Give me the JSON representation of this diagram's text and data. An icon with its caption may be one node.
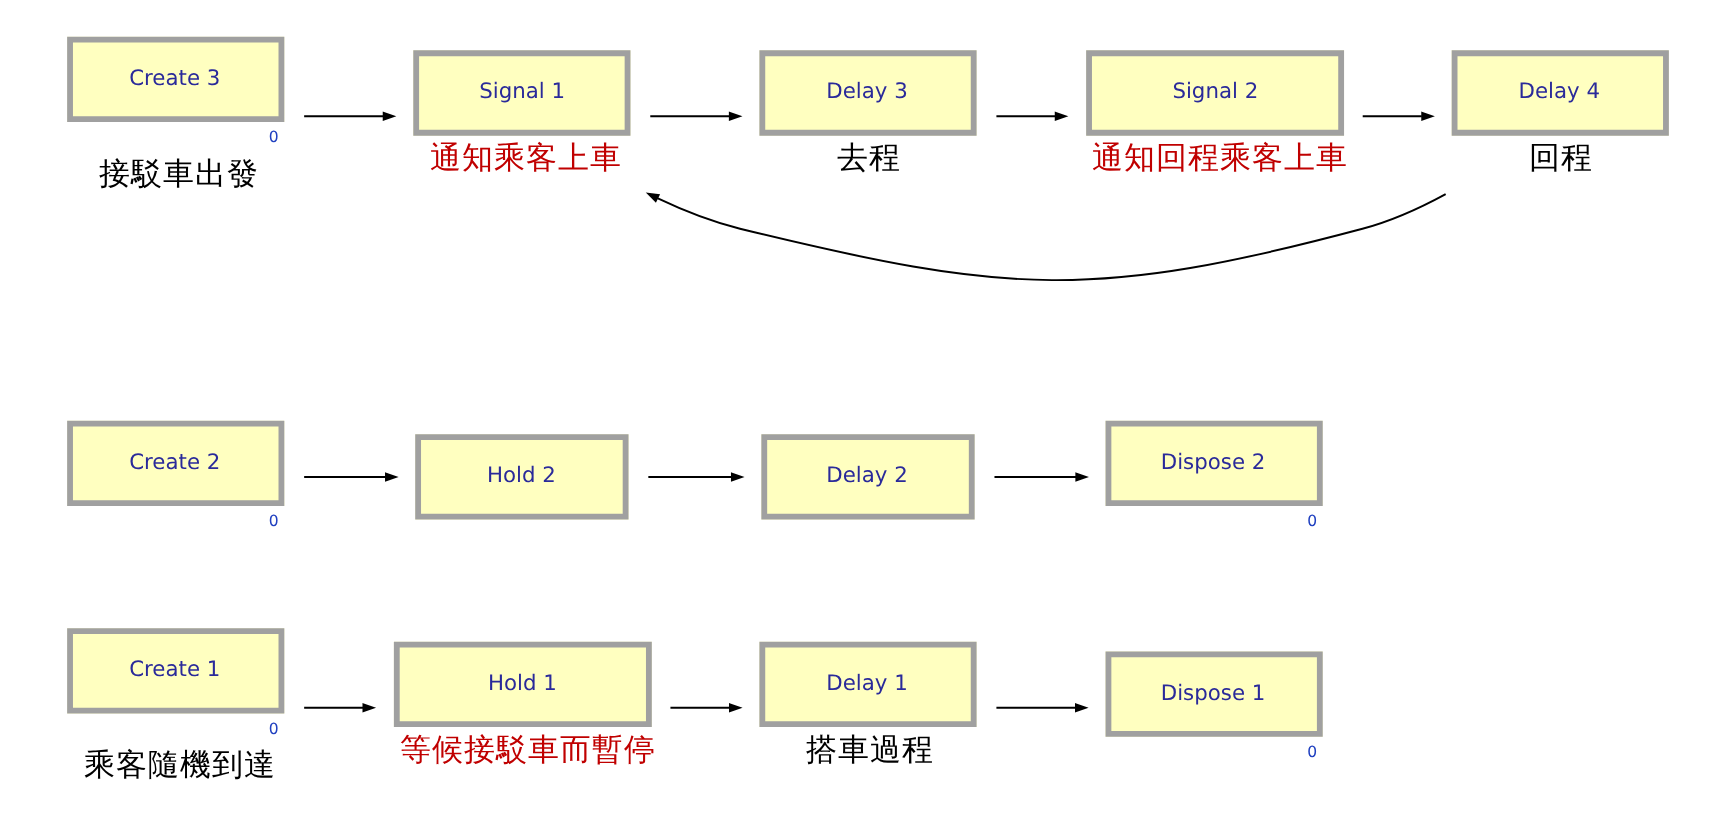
{
  "diagram": {
    "nodes": [
      {
        "text": [
          "Create 1"
        ],
        "beside": [
          "0",
          "乘客隨機到達"
        ]
      },
      {
        "text": [
          "Hold 1"
        ],
        "beside": [
          "等候接駁車而暫停"
        ]
      },
      {
        "text": [
          "Delay 1"
        ],
        "beside": [
          "搭車過程"
        ]
      },
      {
        "text": [
          "Dispose 1"
        ],
        "beside": [
          "0"
        ]
      },
      {
        "text": [
          "Create 2"
        ],
        "beside": [
          "0"
        ]
      },
      {
        "text": [
          "Hold 2"
        ]
      },
      {
        "text": [
          "Delay 2"
        ]
      },
      {
        "text": [
          "Dispose 2"
        ],
        "beside": [
          "0"
        ]
      },
      {
        "text": [
          "Create 3"
        ],
        "beside": [
          "0",
          "接駁車出發"
        ]
      },
      {
        "text": [
          "Signal 1"
        ],
        "beside": [
          "通知乘客上車"
        ]
      },
      {
        "text": [
          "Delay 3"
        ],
        "beside": [
          "去程"
        ]
      },
      {
        "text": [
          "Signal 2"
        ],
        "beside": [
          "通知回程乘客上車"
        ]
      },
      {
        "text": [
          "Delay 4"
        ],
        "beside": [
          "回程"
        ]
      }
    ],
    "edges": [
      {
        "from": 0,
        "to": 1,
        "arrow": "to"
      },
      {
        "from": 1,
        "to": 2,
        "arrow": "to"
      },
      {
        "from": 2,
        "to": 3,
        "arrow": "to"
      },
      {
        "from": 4,
        "to": 5,
        "arrow": "to"
      },
      {
        "from": 5,
        "to": 6,
        "arrow": "to"
      },
      {
        "from": 6,
        "to": 7,
        "arrow": "to"
      },
      {
        "from": 8,
        "to": 9,
        "arrow": "to"
      },
      {
        "from": 9,
        "to": 10,
        "arrow": "to"
      },
      {
        "from": 10,
        "to": 11,
        "arrow": "to"
      },
      {
        "from": 11,
        "to": 12,
        "arrow": "to"
      },
      {
        "from": 12,
        "to": 9,
        "arrow": "to"
      }
    ]
  }
}
